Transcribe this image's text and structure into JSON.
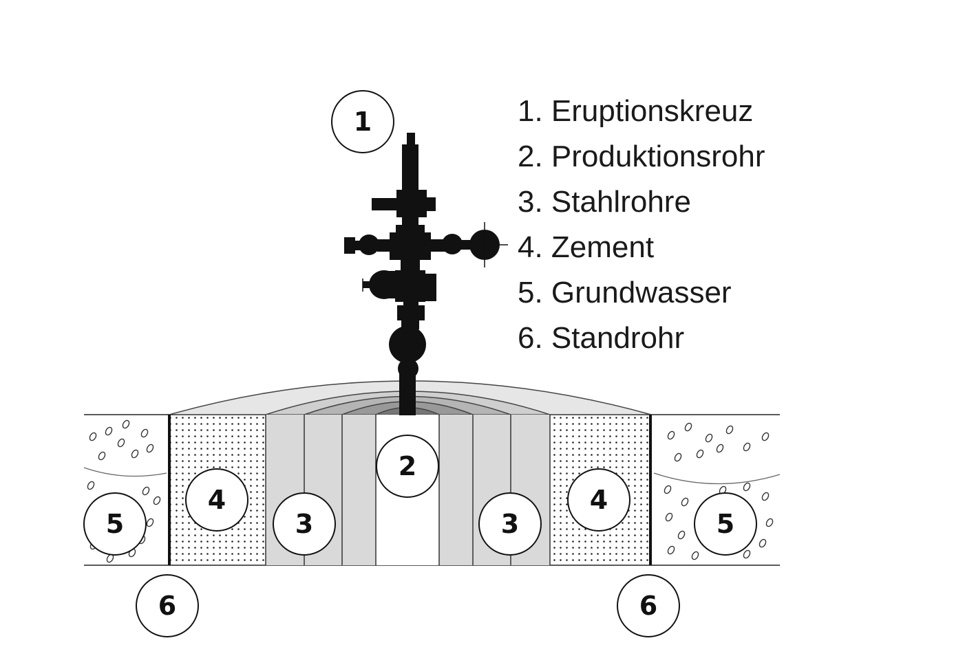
{
  "legend": [
    "1. Eruptionskreuz",
    "2. Produktionsrohr",
    "3. Stahlrohre",
    "4. Zement",
    "5. Grundwasser",
    "6. Standrohr"
  ],
  "markers": {
    "eruption_cross": "1",
    "production_pipe": "2",
    "steel_pipe": "3",
    "cement": "4",
    "groundwater": "5",
    "standpipe": "6"
  },
  "colors": {
    "ink": "#111111",
    "steel": "#d9d9d9",
    "cement_dots": "#222222",
    "background": "#ffffff"
  }
}
